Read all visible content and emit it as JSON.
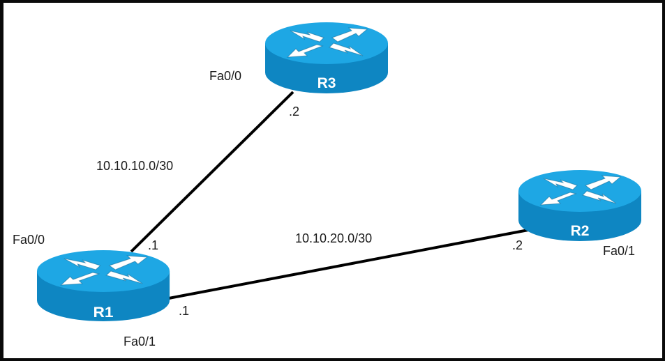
{
  "diagram": {
    "colors": {
      "router_top": "#1ea7e4",
      "router_body": "#0e86c2",
      "router_body_dark": "#0b6fa3",
      "link": "#000000",
      "border": "#0a0a0a",
      "text": "#1a1a1a"
    },
    "routers": [
      {
        "id": "R1",
        "label": "R1"
      },
      {
        "id": "R2",
        "label": "R2"
      },
      {
        "id": "R3",
        "label": "R3"
      }
    ],
    "links": [
      {
        "from": "R1",
        "to": "R3",
        "network": "10.10.10.0/30",
        "from_ip": ".1",
        "to_ip": ".2",
        "from_iface": "Fa0/0",
        "to_iface": "Fa0/0"
      },
      {
        "from": "R1",
        "to": "R2",
        "network": "10.10.20.0/30",
        "from_ip": ".1",
        "to_ip": ".2",
        "from_iface": "Fa0/1",
        "to_iface": "Fa0/1"
      }
    ]
  }
}
